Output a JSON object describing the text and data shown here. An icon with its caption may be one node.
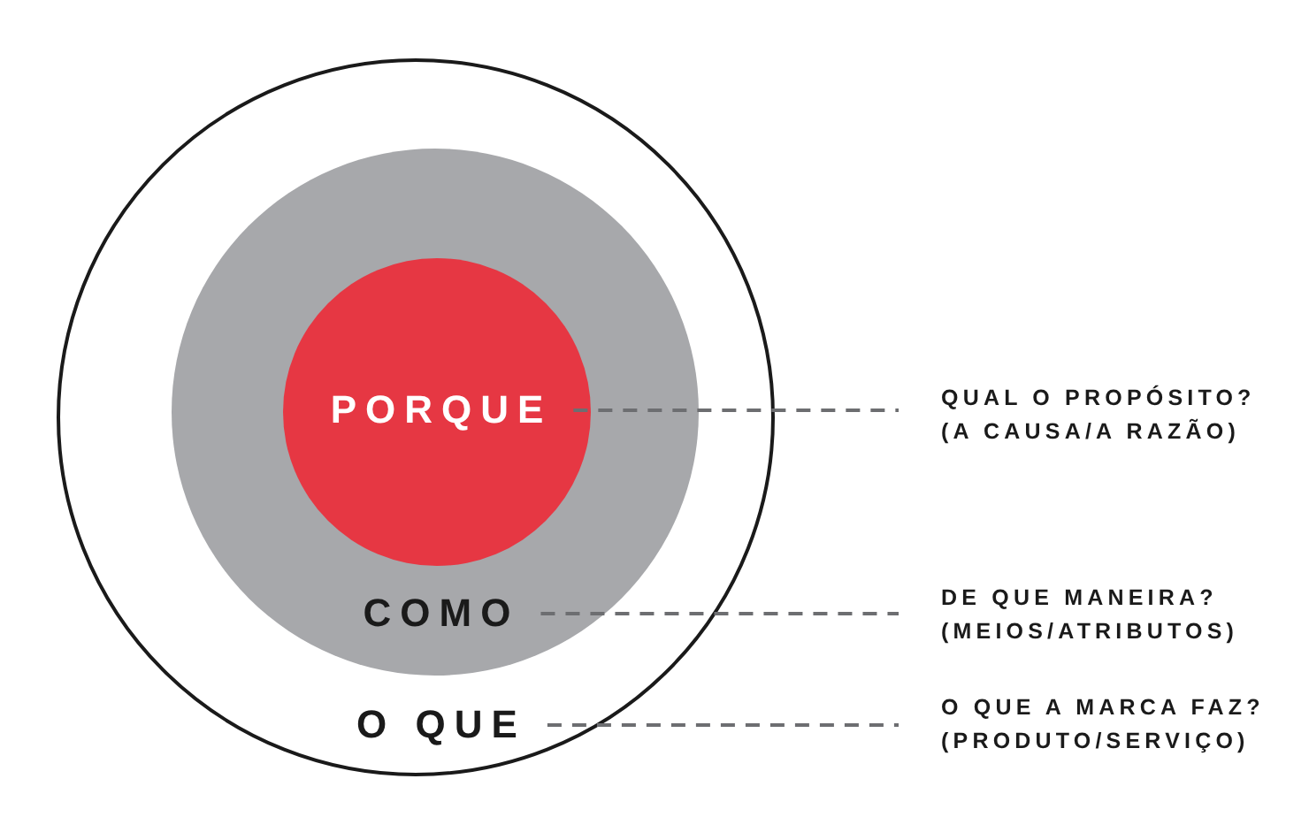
{
  "diagram": {
    "nodes": [
      {
        "text": [
          "O QUE"
        ]
      },
      {
        "text": [
          "COMO"
        ],
        "in": 0
      },
      {
        "text": [
          "PORQUE"
        ],
        "in": 1
      },
      {
        "text": [
          "QUAL O PROPÓSITO? (A CAUSA/A RAZÃO)"
        ]
      },
      {
        "text": [
          "DE QUE MANEIRA? (MEIOS/ATRIBUTOS)"
        ]
      },
      {
        "text": [
          "O QUE A MARCA FAZ? (PRODUTO/SERVIÇO)"
        ]
      }
    ],
    "edges": [
      {
        "from": 2,
        "to": 3,
        "arrow": "none",
        "style": "dashed"
      },
      {
        "from": 1,
        "to": 4,
        "arrow": "none",
        "style": "dashed"
      },
      {
        "from": 0,
        "to": 5,
        "arrow": "none",
        "style": "dashed"
      }
    ]
  }
}
